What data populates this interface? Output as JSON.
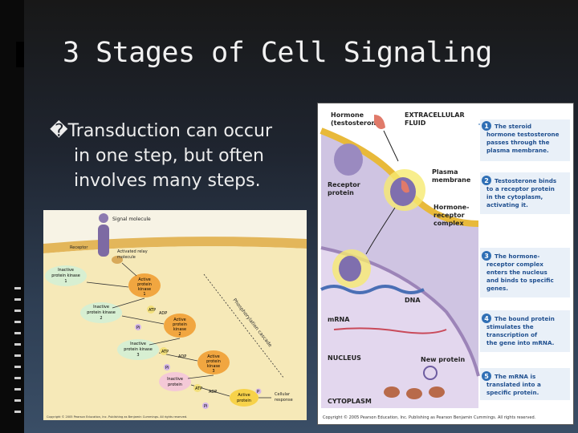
{
  "slide": {
    "title": "3 Stages of Cell Signaling",
    "bullet_glyph": "�",
    "bullet_lines": [
      "Transduction can occur",
      "in one step, but often",
      "involves many steps."
    ]
  },
  "left_figure": {
    "signal_molecule": "Signal molecule",
    "receptor": "Receptor",
    "relay": [
      "Activated relay",
      "molecule"
    ],
    "k1_inactive": [
      "Inactive",
      "protein kinase",
      "1"
    ],
    "k1_active": [
      "Active",
      "protein",
      "kinase",
      "1"
    ],
    "k2_inactive": [
      "Inactive",
      "protein kinase",
      "2"
    ],
    "k2_active": [
      "Active",
      "protein",
      "kinase",
      "2"
    ],
    "k3_inactive": [
      "Inactive",
      "protein kinase",
      "3"
    ],
    "k3_active": [
      "Active",
      "protein",
      "kinase",
      "3"
    ],
    "inactive_protein": [
      "Inactive",
      "protein"
    ],
    "active_protein": [
      "Active",
      "protein"
    ],
    "response": [
      "Cellular",
      "response"
    ],
    "atp": "ATP",
    "adp": "ADP",
    "p": "P",
    "pi": "Pi",
    "cascade": "Phosphorylation cascade",
    "copyright": "Copyright © 2005 Pearson Education, Inc. Publishing as Benjamin Cummings. All rights reserved."
  },
  "right_figure": {
    "hormone": [
      "Hormone",
      "(testosterone)"
    ],
    "extracellular": [
      "EXTRACELLULAR",
      "FLUID"
    ],
    "plasma": [
      "Plasma",
      "membrane"
    ],
    "receptor": [
      "Receptor",
      "protein"
    ],
    "complex": [
      "Hormone-",
      "receptor",
      "complex"
    ],
    "dna": "DNA",
    "mrna": "mRNA",
    "nucleus": "NUCLEUS",
    "new_protein": "New protein",
    "cytoplasm": "CYTOPLASM",
    "steps": [
      {
        "num": "1",
        "lines": [
          "The steroid",
          "hormone testosterone",
          "passes through the",
          "plasma membrane."
        ]
      },
      {
        "num": "2",
        "lines": [
          "Testosterone binds",
          "to a receptor protein",
          "in the cytoplasm,",
          "activating it."
        ]
      },
      {
        "num": "3",
        "lines": [
          "The hormone-",
          "receptor complex",
          "enters the nucleus",
          "and binds to specific",
          "genes."
        ]
      },
      {
        "num": "4",
        "lines": [
          "The bound protein",
          "stimulates the",
          "transcription of",
          "the gene into mRNA."
        ]
      },
      {
        "num": "5",
        "lines": [
          "The mRNA is",
          "translated into a",
          "specific protein."
        ]
      }
    ],
    "copyright": "Copyright © 2005 Pearson Education, Inc. Publishing as Pearson Benjamin Cummings. All rights reserved."
  },
  "colors": {
    "step_badge": "#2f6fb5",
    "step_text": "#1f4f8f",
    "membrane": "#e8b93a",
    "nucleus": "#c9b8d8"
  }
}
